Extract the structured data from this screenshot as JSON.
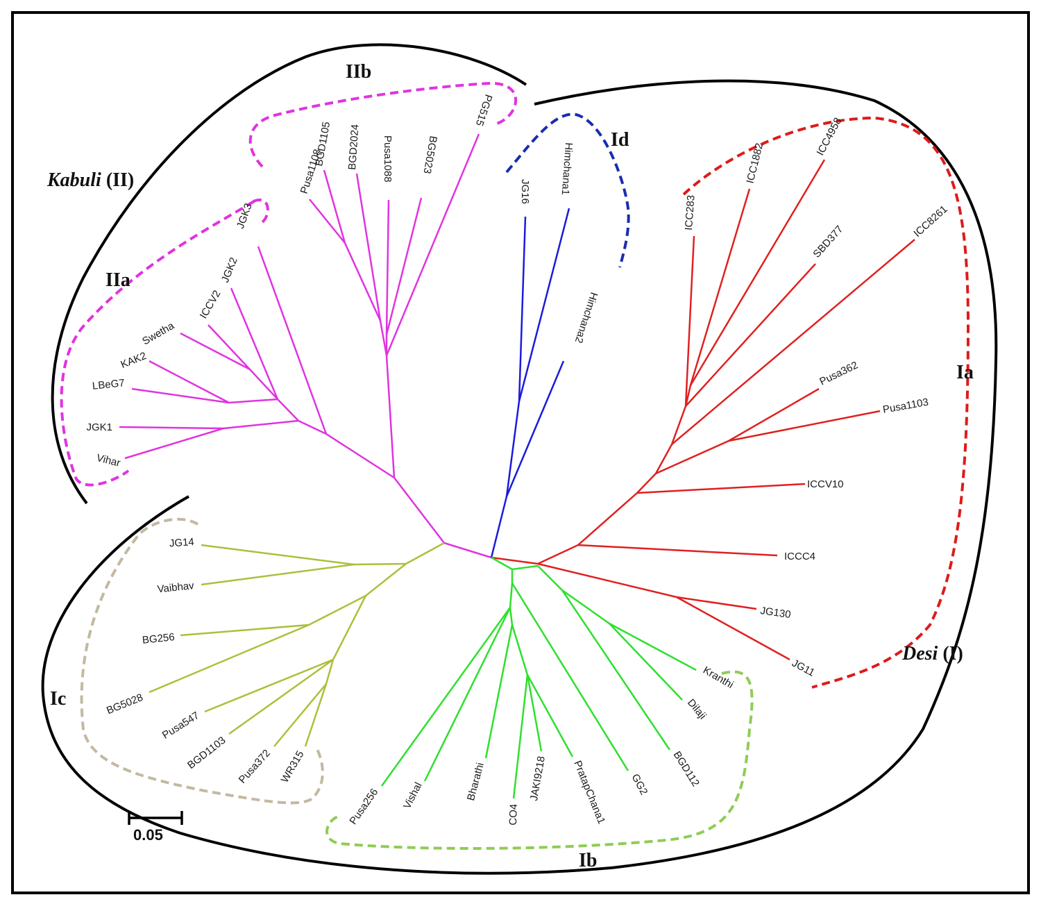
{
  "groups": {
    "kabuli": {
      "name": "Kabuli",
      "suffix": " (II)"
    },
    "desi": {
      "name": "Desi",
      "suffix": " (I)"
    }
  },
  "clusters": {
    "IIa": {
      "label": "IIa",
      "color": "#e033e0",
      "leaves": [
        "JGK3",
        "JGK2",
        "ICCV2",
        "Swetha",
        "KAK2",
        "LBeG7",
        "JGK1",
        "Vihar"
      ]
    },
    "IIb": {
      "label": "IIb",
      "color": "#e033e0",
      "leaves": [
        "Pusa1108",
        "BGD1105",
        "BGD2024",
        "Pusa1088",
        "BG5023",
        "PG515"
      ]
    },
    "Id": {
      "label": "Id",
      "color": "#1a1adc",
      "leaves": [
        "JG16",
        "Himchana1",
        "Himchana2"
      ]
    },
    "Ia": {
      "label": "Ia",
      "color": "#e02020",
      "leaves": [
        "ICC283",
        "ICC1882",
        "ICC4958",
        "SBD377",
        "ICC8261",
        "Pusa362",
        "Pusa1103",
        "ICCV10",
        "ICCC4",
        "JG130",
        "JG11"
      ]
    },
    "Ib": {
      "label": "Ib",
      "color": "#2ee02e",
      "leaves": [
        "Kranthi",
        "Dilaji",
        "BGD112",
        "GG2",
        "PratapChana1",
        "JAKI9218",
        "CO4",
        "Bharathi",
        "Vishal",
        "Pusa256"
      ]
    },
    "Ic": {
      "label": "Ic",
      "color": "#adbf3a",
      "leaves": [
        "JG14",
        "Vaibhav",
        "BG256",
        "BG5028",
        "Pusa547",
        "BGD1103",
        "Pusa372",
        "WR315"
      ]
    }
  },
  "outline_colors": {
    "IIa": "#e033e0",
    "IIb": "#e033e0",
    "Id": "#1a2cb0",
    "Ia": "#dd1b1b",
    "Ib": "#8fcc55",
    "Ic": "#c2b9a0",
    "group": "#000000"
  },
  "scale_bar": {
    "label": "0.05"
  }
}
